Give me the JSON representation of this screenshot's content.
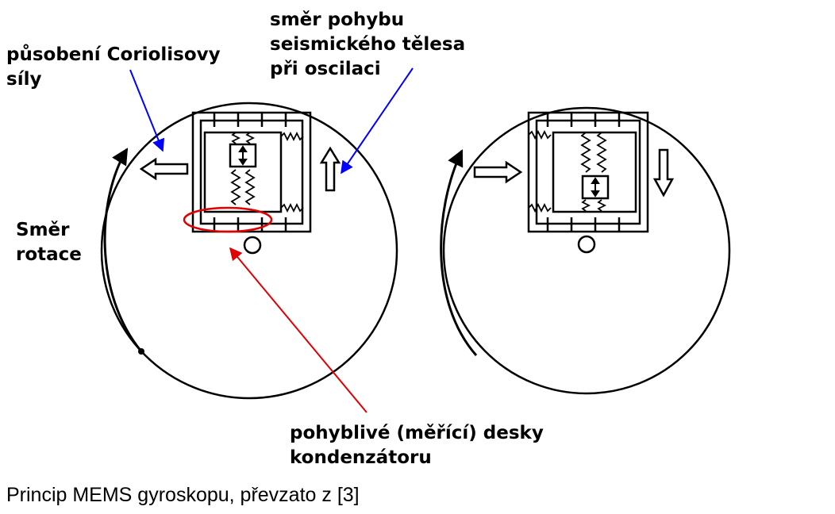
{
  "labels": {
    "coriolis_line1": "působení Coriolisovy",
    "coriolis_line2": "síly",
    "seismic_line1": "směr pohybu",
    "seismic_line2": "seismického tělesa",
    "seismic_line3": "při oscilaci",
    "rotation_line1": "Směr",
    "rotation_line2": "rotace",
    "plates_line1": "pohyblivé (měřící) desky",
    "plates_line2": "kondenzátoru"
  },
  "caption": "Princip MEMS gyroskopu, převzato z [3]",
  "colors": {
    "coriolis_arrow": "#0000ff",
    "seismic_arrow": "#0000ff",
    "plates_highlight": "#e00000",
    "line": "#000000"
  },
  "icons": [
    "double-headed-arrow-icon",
    "hollow-arrow-icon",
    "curved-arrow-icon",
    "spring-icon"
  ]
}
